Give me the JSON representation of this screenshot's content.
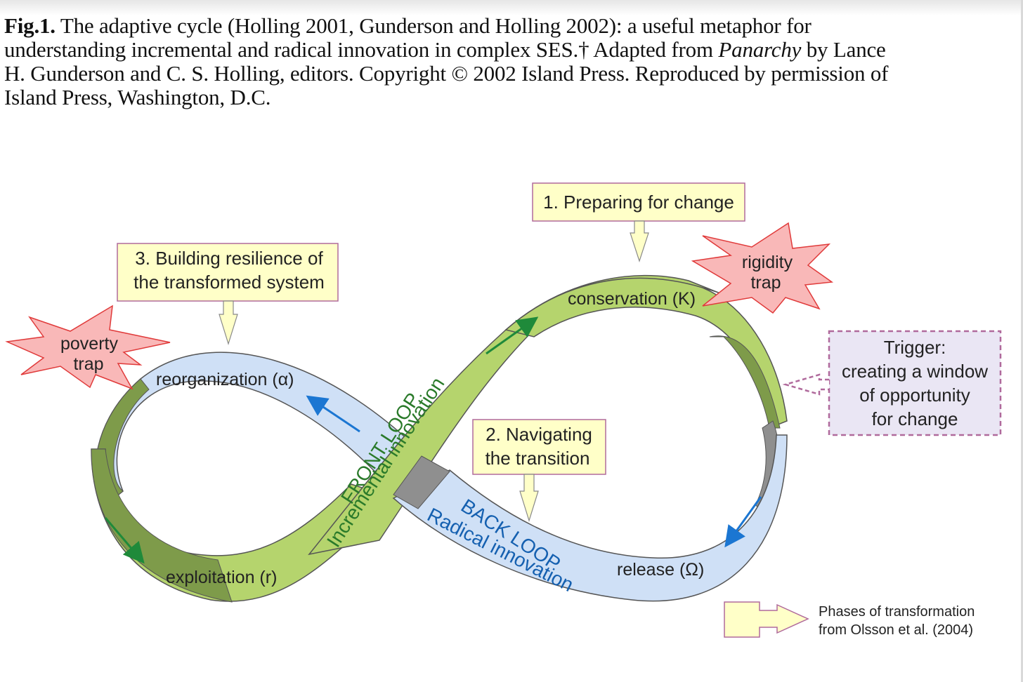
{
  "caption": {
    "fig_label": "Fig.1.",
    "line1": " The adaptive cycle (Holling 2001, Gunderson and Holling 2002): a useful metaphor for",
    "line2a": "understanding incremental and radical innovation in complex SES.† Adapted from ",
    "line2_italic": "Panarchy",
    "line2b": " by Lance",
    "line3": "H. Gunderson and C. S. Holling, editors. Copyright © 2002 Island Press. Reproduced by permission of",
    "line4": "Island Press, Washington, D.C."
  },
  "boxes": {
    "preparing": "1. Preparing for change",
    "navigating_1": "2. Navigating",
    "navigating_2": "the transition",
    "building_1": "3. Building resilience of",
    "building_2": "the transformed system",
    "trigger_1": "Trigger:",
    "trigger_2": "creating a window",
    "trigger_3": "of opportunity",
    "trigger_4": "for change"
  },
  "traps": {
    "poverty_1": "poverty",
    "poverty_2": "trap",
    "rigidity_1": "rigidity",
    "rigidity_2": "trap"
  },
  "phases": {
    "conservation": "conservation (K)",
    "reorganization": "reorganization (α)",
    "exploitation": "exploitation (r)",
    "release": "release (Ω)"
  },
  "loops": {
    "front_1": "FRONT LOOP",
    "front_2": "Incremental innovation",
    "back_1": "BACK LOOP",
    "back_2": "Radical innovation"
  },
  "legend": {
    "line1": "Phases of transformation",
    "line2": "from Olsson et al. (2004)"
  },
  "colors": {
    "green_band": "#b5d46d",
    "green_dark": "#7e9b4a",
    "blue_band": "#cfe0f6",
    "box_fill": "#ffffc8",
    "box_border": "#b06a9c",
    "star_fill": "#f9b8b8",
    "star_border": "#e03a3a",
    "green_text": "#2a7a2a",
    "blue_text": "#1560b0",
    "arrow_blue": "#1b76d2",
    "arrow_green": "#1f8a3a"
  }
}
